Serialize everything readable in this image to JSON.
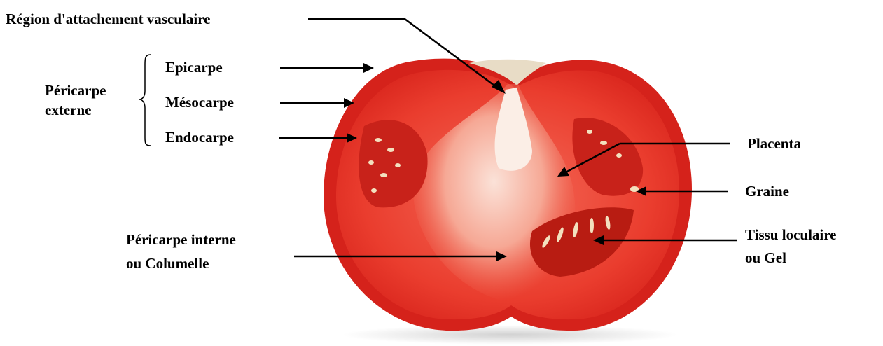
{
  "labels": {
    "vascular": "Région d'attachement vasculaire",
    "pericarp_ext_line1": "Péricarpe",
    "pericarp_ext_line2": "externe",
    "epicarp": "Epicarpe",
    "mesocarp": "Mésocarpe",
    "endocarp": "Endocarpe",
    "placenta": "Placenta",
    "seed": "Graine",
    "pericarp_int_line1": "Péricarpe interne",
    "pericarp_int_line2": "ou Columelle",
    "locular_line1": "Tissu loculaire",
    "locular_line2": "ou Gel"
  },
  "colors": {
    "skin": "#d8241c",
    "flesh": "#ee4a3a",
    "columella": "#f7b5a6",
    "locule": "#c41e14",
    "seed": "#f6e7c8"
  }
}
